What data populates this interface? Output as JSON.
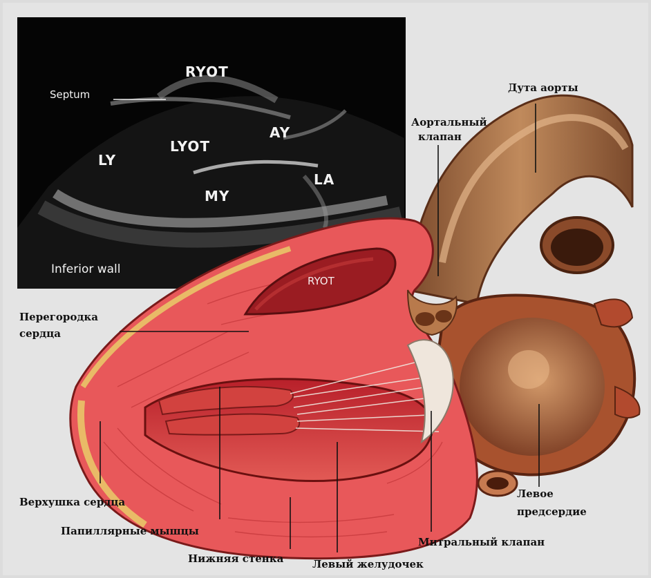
{
  "ultrasound": {
    "ryot": "RYOT",
    "septum": "Septum",
    "ly": "LY",
    "lyot": "LYOT",
    "av": "AY",
    "la": "LA",
    "mv": "MY",
    "inferior_wall": "Inferior wall"
  },
  "heart": {
    "ryot": "RYOT"
  },
  "labels": {
    "aortic_arch": "Дута аорты",
    "aortic_valve_1": "Аортальный",
    "aortic_valve_2": "клапан",
    "septum_1": "Перегородка",
    "septum_2": "сердца",
    "apex": "Верхушка сердца",
    "papillary": "Папиллярные мышцы",
    "inferior_wall": "Нижняя стенка",
    "left_ventricle": "Левый желудочек",
    "mitral_valve": "Митральный клапан",
    "left_atrium_1": "Левое",
    "left_atrium_2": "предсердие"
  },
  "colors": {
    "background": "#dcdcdc",
    "myocardium": "#e8585a",
    "aorta": "#a56d45",
    "ultrasound_bg": "#050505"
  }
}
